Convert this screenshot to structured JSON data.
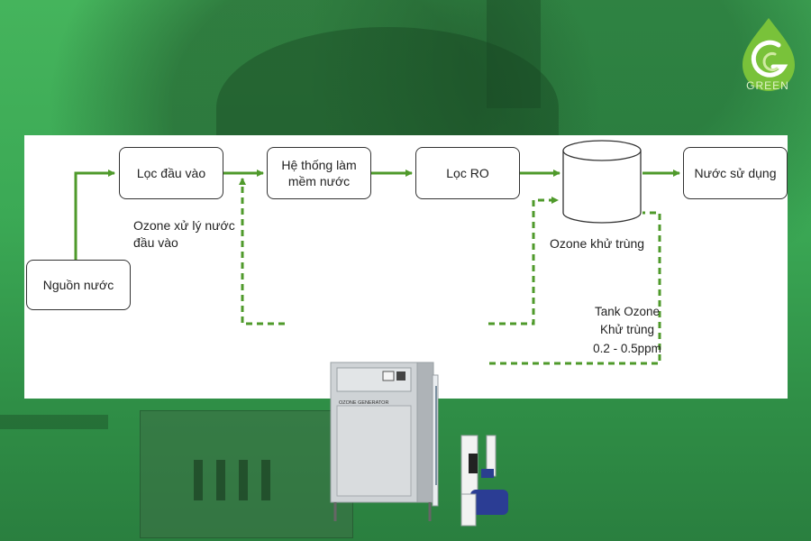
{
  "brand": {
    "name": "GREEN"
  },
  "colors": {
    "arrow": "#4f9a2b",
    "overlay": "#3fae5a"
  },
  "nodes": {
    "source": "Nguồn nước",
    "input_filter": "Lọc đầu vào",
    "softener": "Hệ thống làm mềm nước",
    "ro_filter": "Lọc RO",
    "tank_title": "Tank Ozone",
    "tank_subtitle": "Khử trùng",
    "tank_range": "0.2 - 0.5ppm",
    "usage": "Nước sử dụng"
  },
  "labels": {
    "ozone_input": "Ozone xử lý nước đầu vào",
    "ozone_disinfect": "Ozone khử trùng"
  },
  "equipment": {
    "panel_label": "OZONE GENERATOR"
  }
}
